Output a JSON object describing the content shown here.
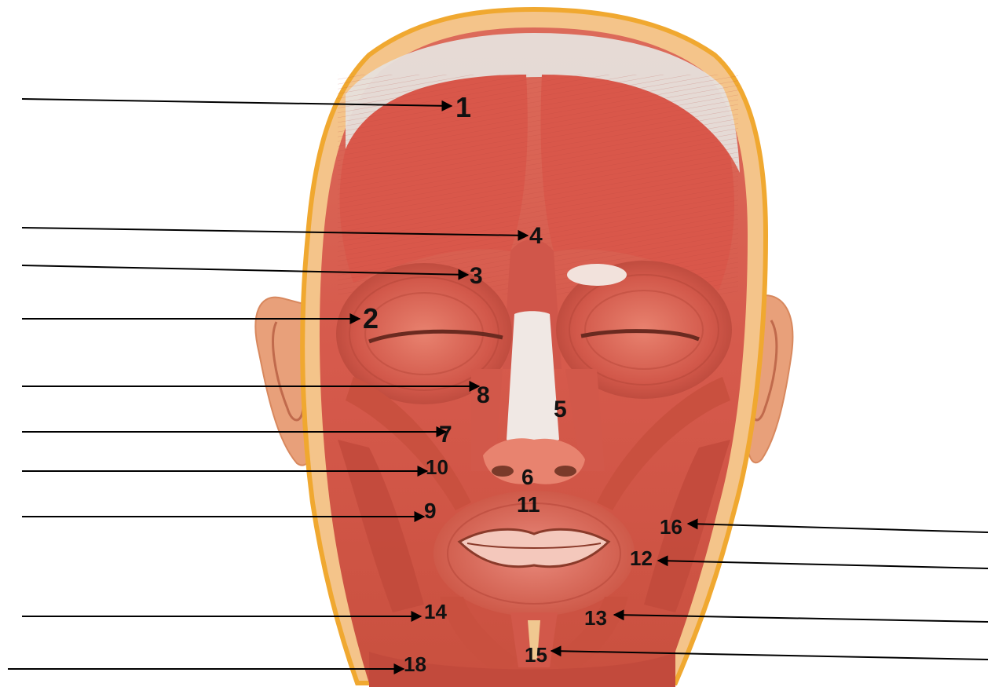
{
  "labels": {
    "m1": "1",
    "m2": "2",
    "m3": "3",
    "m4": "4",
    "m5": "5",
    "m6": "6",
    "m7": "7",
    "m8": "8",
    "m9": "9",
    "m10": "10",
    "m11": "11",
    "m12": "12",
    "m13": "13",
    "m14": "14",
    "m15": "15",
    "m16": "16",
    "m18": "18"
  },
  "colors": {
    "background": "#ffffff",
    "muscle": "#d9574a",
    "muscle_light": "#e98a7c",
    "fascia": "#e6e0dc",
    "border_yellow": "#f0a830",
    "skin_edge": "#f4c48a",
    "ear": "#e8a07a",
    "leader_line": "#000000"
  }
}
